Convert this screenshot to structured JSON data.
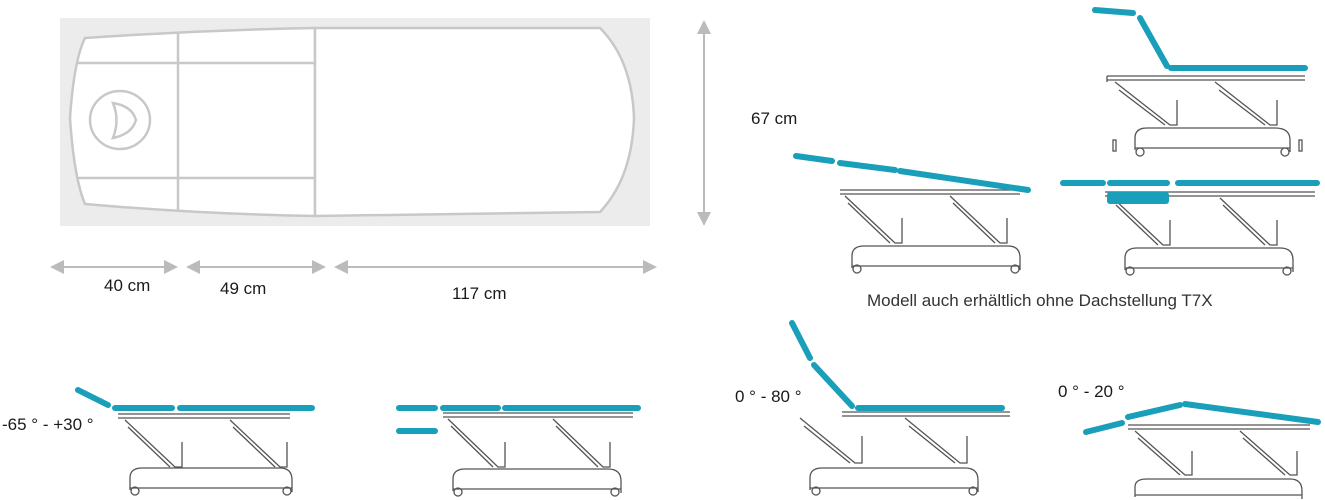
{
  "dimensions": {
    "height_label": "67 cm",
    "head_section_label": "40 cm",
    "middle_section_label": "49 cm",
    "leg_section_label": "117 cm"
  },
  "caption": "Modell auch erhältlich ohne Dachstellung T7X",
  "angles": {
    "head_tilt": "-65 ° - +30 °",
    "back_rest": "0 ° - 80 °",
    "roof_position": "0 ° - 20 °"
  },
  "colors": {
    "cushion_accent": "#199fb9",
    "frame_line": "#555555",
    "arrow_gray": "#bbbbbb",
    "top_view_fill": "#ececec"
  }
}
